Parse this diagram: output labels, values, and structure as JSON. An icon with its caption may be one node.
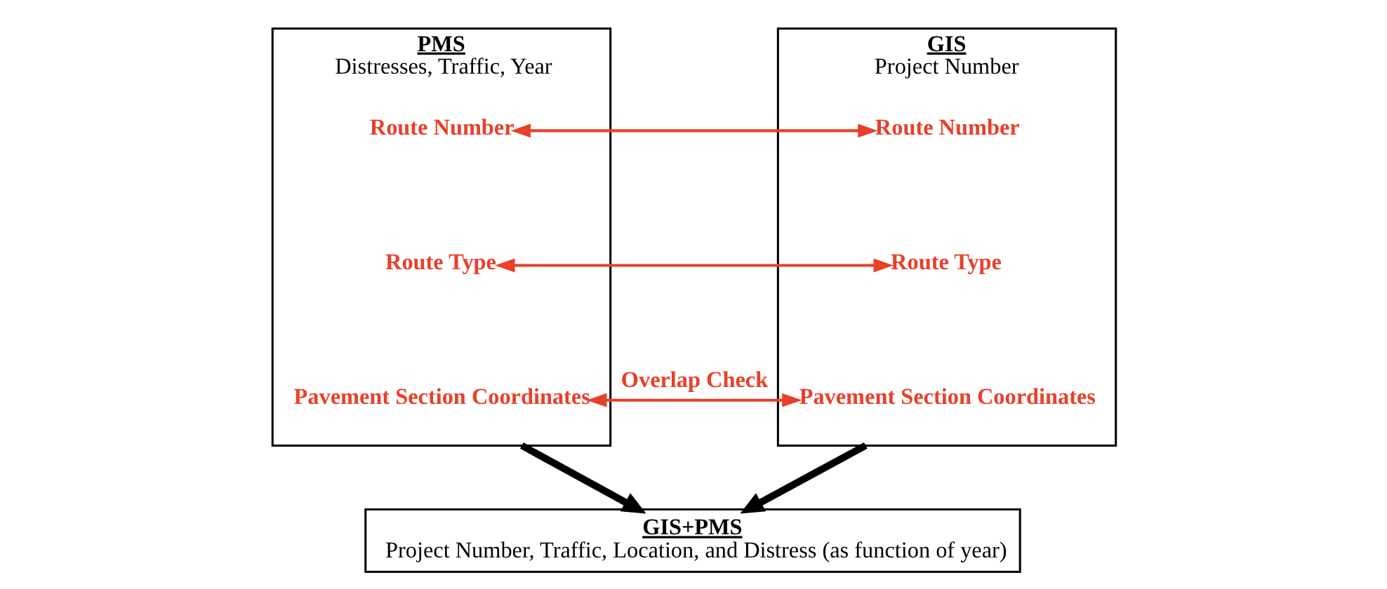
{
  "diagram": {
    "nodes": [
      {
        "text": [
          "PMS",
          "Distresses, Traffic, Year"
        ]
      },
      {
        "text": [
          "Route Number"
        ],
        "in": 0
      },
      {
        "text": [
          "Route Type"
        ],
        "in": 0
      },
      {
        "text": [
          "Pavement Section Coordinates"
        ],
        "in": 0
      },
      {
        "text": [
          "GIS",
          "Project Number"
        ]
      },
      {
        "text": [
          "Route Number"
        ],
        "in": 4
      },
      {
        "text": [
          "Route Type"
        ],
        "in": 4
      },
      {
        "text": [
          "Pavement Section Coordinates"
        ],
        "in": 4
      },
      {
        "text": [
          "GIS+PMS",
          "Project Number, Traffic, Location, and Distress (as function of year)"
        ]
      }
    ],
    "edges": [
      {
        "from": 1,
        "to": 5,
        "arrow": "both",
        "color": "#e8402a"
      },
      {
        "from": 2,
        "to": 6,
        "arrow": "both",
        "color": "#e8402a"
      },
      {
        "from": 3,
        "to": 7,
        "arrow": "both",
        "label": "Overlap Check",
        "color": "#e8402a"
      },
      {
        "from": 0,
        "to": 8,
        "arrow": "to",
        "style": "thick",
        "color": "#000000"
      },
      {
        "from": 4,
        "to": 8,
        "arrow": "to",
        "style": "thick",
        "color": "#000000"
      }
    ]
  }
}
